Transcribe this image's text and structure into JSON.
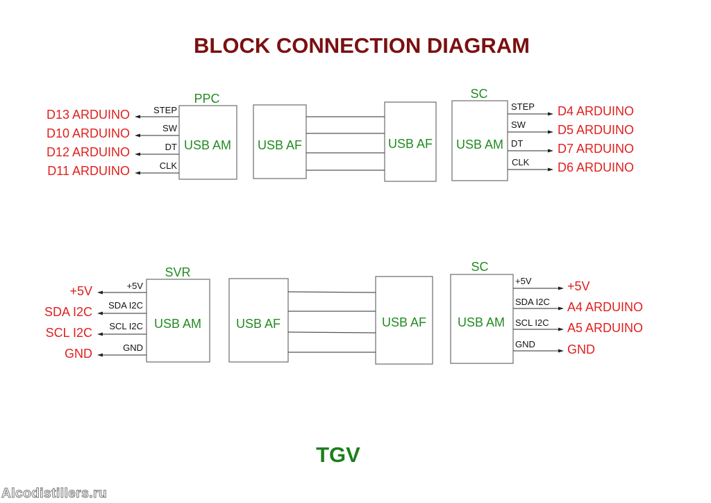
{
  "title": "BLOCK CONNECTION DIAGRAM",
  "footer": "TGV",
  "watermark": "Alcodistillers.ru",
  "colors": {
    "title": "#7a1010",
    "block_text": "#228b22",
    "target_text": "#e0201e",
    "pin_text": "#111111",
    "footer": "#1c7f1c"
  },
  "rows": [
    {
      "left_module": {
        "title": "PPC",
        "connector": "USB AM",
        "pins": [
          "STEP",
          "SW",
          "DT",
          "CLK"
        ],
        "targets": [
          "D13 ARDUINO",
          "D10 ARDUINO",
          "D12 ARDUINO",
          "D11 ARDUINO"
        ]
      },
      "cable": {
        "left_connector": "USB AF",
        "right_connector": "USB AF",
        "wire_count": 4
      },
      "right_module": {
        "title": "SC",
        "connector": "USB AM",
        "pins": [
          "STEP",
          "SW",
          "DT",
          "CLK"
        ],
        "targets": [
          "D4 ARDUINO",
          "D5 ARDUINO",
          "D7 ARDUINO",
          "D6 ARDUINO"
        ]
      }
    },
    {
      "left_module": {
        "title": "SVR",
        "connector": "USB AM",
        "pins": [
          "+5V",
          "SDA I2C",
          "SCL I2C",
          "GND"
        ],
        "targets": [
          "+5V",
          "SDA I2C",
          "SCL I2C",
          "GND"
        ]
      },
      "cable": {
        "left_connector": "USB AF",
        "right_connector": "USB AF",
        "wire_count": 4
      },
      "right_module": {
        "title": "SC",
        "connector": "USB AM",
        "pins": [
          "+5V",
          "SDA I2C",
          "SCL I2C",
          "GND"
        ],
        "targets": [
          "+5V",
          "A4 ARDUINO",
          "A5 ARDUINO",
          "GND"
        ]
      }
    }
  ]
}
